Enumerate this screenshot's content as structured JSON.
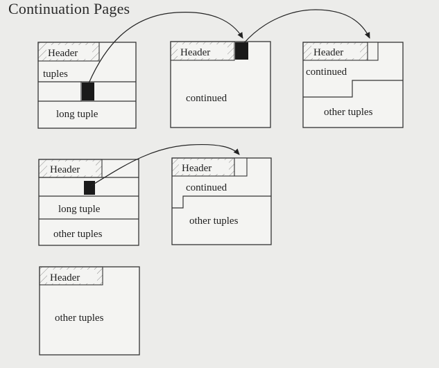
{
  "title": "Continuation Pages",
  "pages": {
    "row1_page1": {
      "header": "Header",
      "tuples": "tuples",
      "long_tuple": "long tuple"
    },
    "row1_page2": {
      "header": "Header",
      "continued": "continued"
    },
    "row1_page3": {
      "header": "Header",
      "continued": "continued",
      "other_tuples": "other tuples"
    },
    "row2_page1": {
      "header": "Header",
      "long_tuple": "long tuple",
      "other_tuples": "other tuples"
    },
    "row2_page2": {
      "header": "Header",
      "continued": "continued",
      "other_tuples": "other tuples"
    },
    "row3_page1": {
      "header": "Header",
      "other_tuples": "other tuples"
    }
  }
}
